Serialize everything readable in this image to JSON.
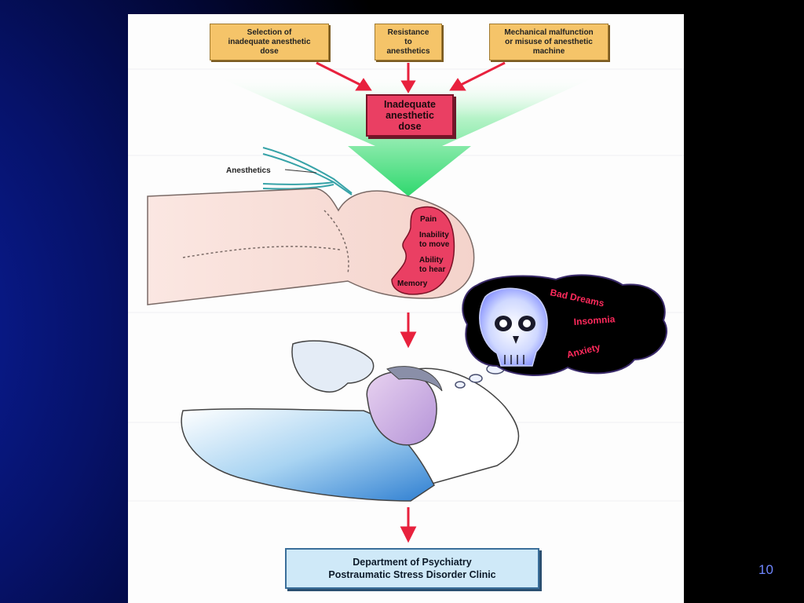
{
  "sources": [
    {
      "lines": [
        "Selection of",
        "inadequate anesthetic",
        "dose"
      ]
    },
    {
      "lines": [
        "Resistance",
        "to",
        "anesthetics"
      ]
    },
    {
      "lines": [
        "Mechanical malfunction",
        "or misuse of anesthetic",
        "machine"
      ]
    }
  ],
  "result_box": {
    "lines": [
      "Inadequate",
      "anesthetic",
      "dose"
    ]
  },
  "anesthetics_label": "Anesthetics",
  "awareness_items": [
    "Pain",
    "Inability",
    "to move",
    "Ability",
    "to hear",
    "Memory"
  ],
  "dream_items": [
    "Bad Dreams",
    "Insomnia",
    "Anxiety"
  ],
  "clinic": {
    "line1": "Department of Psychiatry",
    "line2": "Postraumatic Stress Disorder Clinic"
  },
  "page_number": "10",
  "colors": {
    "source_box": "#f5c469",
    "dose_box": "#ea3f63",
    "funnel": "#33e07a",
    "arrow": "#e8213d",
    "clinic_box": "#cfe9f8",
    "dream_text": "#ff2a5c"
  }
}
